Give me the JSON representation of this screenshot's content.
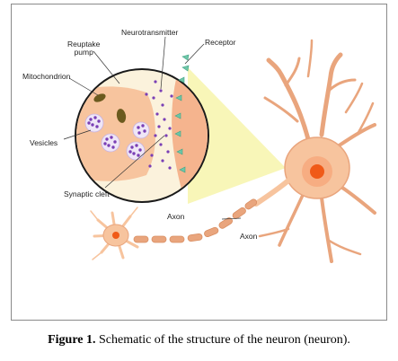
{
  "labels": {
    "neurotransmitter": "Neurotransmitter",
    "reuptake_pump": "Reuptake\npump",
    "receptor": "Receptor",
    "mitochondrion": "Mitochondrion",
    "vesicles": "Vesicles",
    "synaptic_cleft": "Synaptic cleft",
    "axon_top": "Axon",
    "axon_right": "Axon"
  },
  "caption": {
    "prefix": "Figure 1.",
    "text": " Schematic of the structure of the neuron (neuron)."
  },
  "colors": {
    "cell_fill": "#f7c49e",
    "cell_stroke": "#e9a57d",
    "nucleus_outer": "#f7ad82",
    "nucleus_inner": "#f05a18",
    "zoom_cone": "#f6f3a0",
    "receptor": "#6ec6a8",
    "vesicle_dot": "#7a3fb5",
    "mitochondrion": "#6b5a1e"
  }
}
